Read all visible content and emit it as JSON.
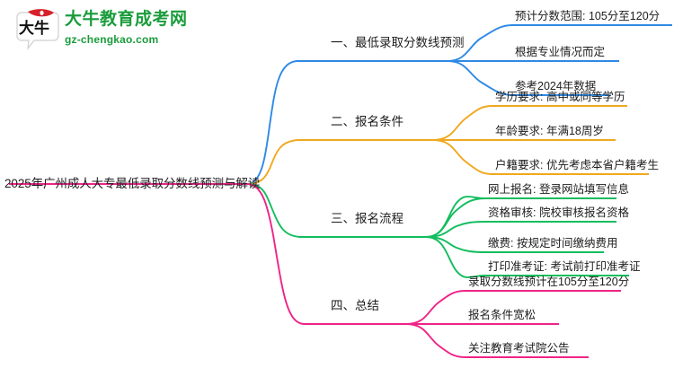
{
  "logo": {
    "mark_text": "大牛",
    "brand_cn": "大牛教育成考网",
    "brand_en": "gz-chengkao.com",
    "brand_color": "#1a9c3c",
    "mark_accent": "#d6202a"
  },
  "mindmap": {
    "root": {
      "label": "2025年广州成人大专最低录取分数线预测与解读"
    },
    "branches": [
      {
        "label": "一、最低录取分数线预测",
        "color": "#2e8ae6",
        "children": [
          {
            "label": "预计分数范围: 105分至120分"
          },
          {
            "label": "根据专业情况而定"
          },
          {
            "label": "参考2024年数据"
          }
        ]
      },
      {
        "label": "二、报名条件",
        "color": "#f0a81e",
        "children": [
          {
            "label": "学历要求: 高中或同等学历"
          },
          {
            "label": "年龄要求: 年满18周岁"
          },
          {
            "label": "户籍要求: 优先考虑本省户籍考生"
          }
        ]
      },
      {
        "label": "三、报名流程",
        "color": "#12bd5e",
        "children": [
          {
            "label": "网上报名: 登录网站填写信息"
          },
          {
            "label": "资格审核: 院校审核报名资格"
          },
          {
            "label": "缴费: 按规定时间缴纳费用"
          },
          {
            "label": "打印准考证: 考试前打印准考证"
          }
        ]
      },
      {
        "label": "四、总结",
        "color": "#ef2387",
        "children": [
          {
            "label": "录取分数线预计在105分至120分"
          },
          {
            "label": "报名条件宽松"
          },
          {
            "label": "关注教育考试院公告"
          }
        ]
      }
    ]
  }
}
